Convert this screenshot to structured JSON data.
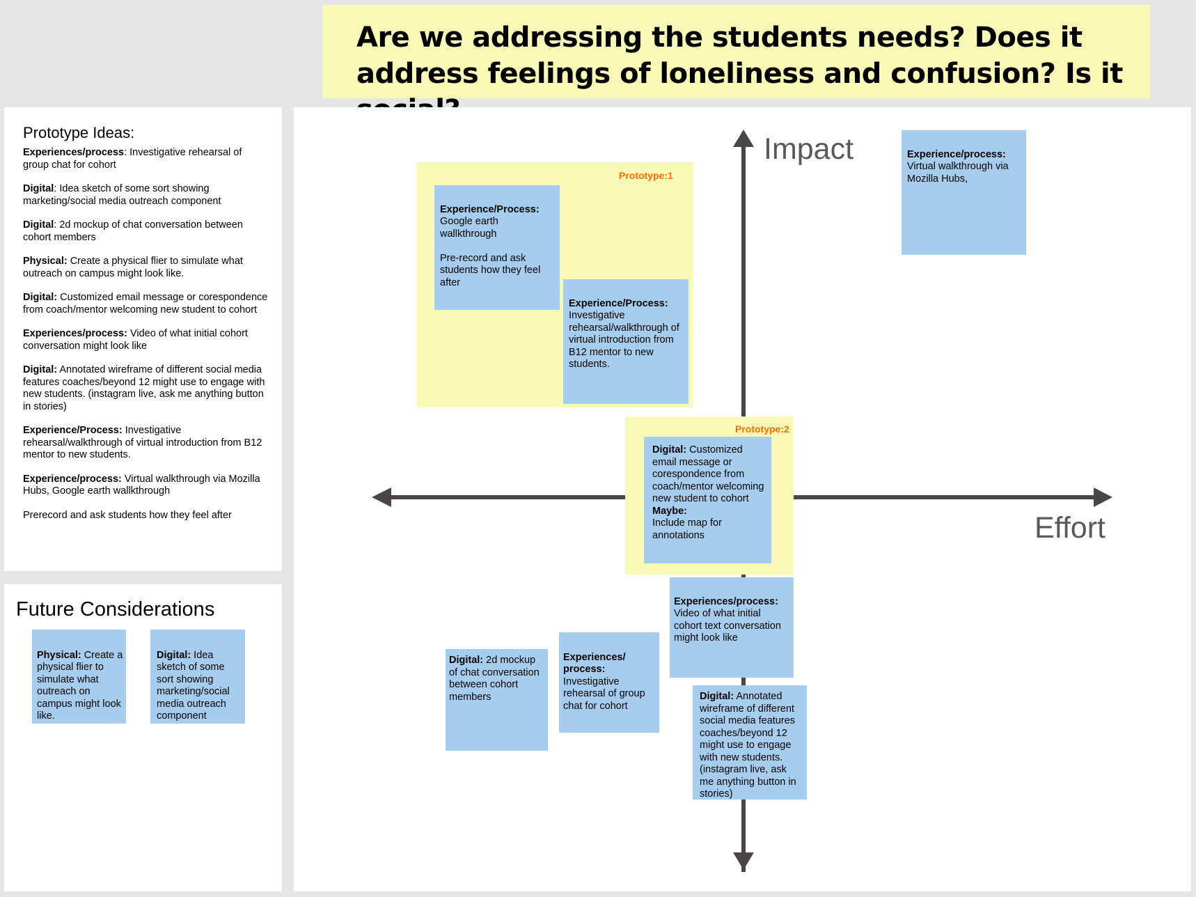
{
  "title": "Are we addressing the students needs? Does it address feelings of loneliness and confusion? Is it social?",
  "prototype_ideas": {
    "heading": "Prototype Ideas:",
    "items": [
      {
        "bold": "Experiences/process",
        "text": ": Investigative rehearsal of group chat for cohort"
      },
      {
        "bold": "Digital",
        "text": ": Idea sketch of some sort showing marketing/social media outreach component"
      },
      {
        "bold": "Digital",
        "text": ": 2d mockup of chat conversation between cohort members"
      },
      {
        "bold": "Physical:",
        "text": " Create a physical flier to simulate what outreach on campus might look like."
      },
      {
        "bold": "Digital:",
        "text": " Customized email message or corespondence from coach/mentor welcoming new student to cohort"
      },
      {
        "bold": "Experiences/process:",
        "text": " Video of what  initial cohort conversation might look like"
      },
      {
        "bold": "Digital:",
        "text": " Annotated wireframe of different social media features coaches/beyond 12 might use to engage with new students. (instagram live, ask me anything button in stories)"
      },
      {
        "bold": "Experience/Process:",
        "text": " Investigative rehearsal/walkthrough of virtual introduction from B12 mentor to new students."
      },
      {
        "bold": "Experience/process:",
        "text": " Virtual walkthrough via Mozilla Hubs, Google earth wallkthrough"
      },
      {
        "bold": "",
        "text": "Prerecord and ask students how they feel after"
      }
    ]
  },
  "future_considerations": {
    "heading": "Future Considerations",
    "notes": [
      {
        "bold": "Physical:",
        "text": " Create a physical flier to simulate what outreach on campus might look like."
      },
      {
        "bold": "Digital:",
        "text": " Idea sketch of some sort showing marketing/social media outreach component"
      }
    ]
  },
  "matrix": {
    "y_axis_label": "Impact",
    "x_axis_label": "Effort",
    "prototype_1_label": "Prototype:1",
    "prototype_2_label": "Prototype:2",
    "notes": {
      "mozilla": {
        "bold": "Experience/process:",
        "text": "\nVirtual walkthrough via Mozilla Hubs,"
      },
      "google_earth": {
        "bold": "Experience/Process:",
        "text": "\nGoogle earth wallkthrough\n\nPre-record and ask students how they feel after"
      },
      "rehearsal_intro": {
        "bold": "Experience/Process:",
        "text": "\nInvestigative rehearsal/walkthrough of virtual introduction from B12 mentor to new students."
      },
      "email": {
        "bold": "Digital:",
        "text": " Customized email message or corespondence from coach/mentor welcoming new student to cohort",
        "bold2": "Maybe:",
        "text2": "\nInclude map for annotations"
      },
      "video": {
        "bold": "Experiences/process:",
        "text": "\nVideo of what  initial cohort text conversation might look like"
      },
      "group_chat": {
        "bold": "Experiences/\nprocess:",
        "text": "\nInvestigative rehearsal of group chat for cohort"
      },
      "mockup": {
        "bold": "Digital:",
        "text": " 2d mockup of chat conversation between cohort members"
      },
      "wireframe": {
        "bold": "Digital:",
        "text": " Annotated wireframe of different social media features coaches/beyond 12 might use to engage with new students. (instagram live, ask me anything button in stories)"
      }
    }
  },
  "colors": {
    "background": "#e5e5e5",
    "banner": "#f8f9b6",
    "sticky_blue": "#a7cdee",
    "prototype_zone": "#f8f9b6",
    "prototype_label": "#ff6d01",
    "axis": "#4a4646"
  }
}
